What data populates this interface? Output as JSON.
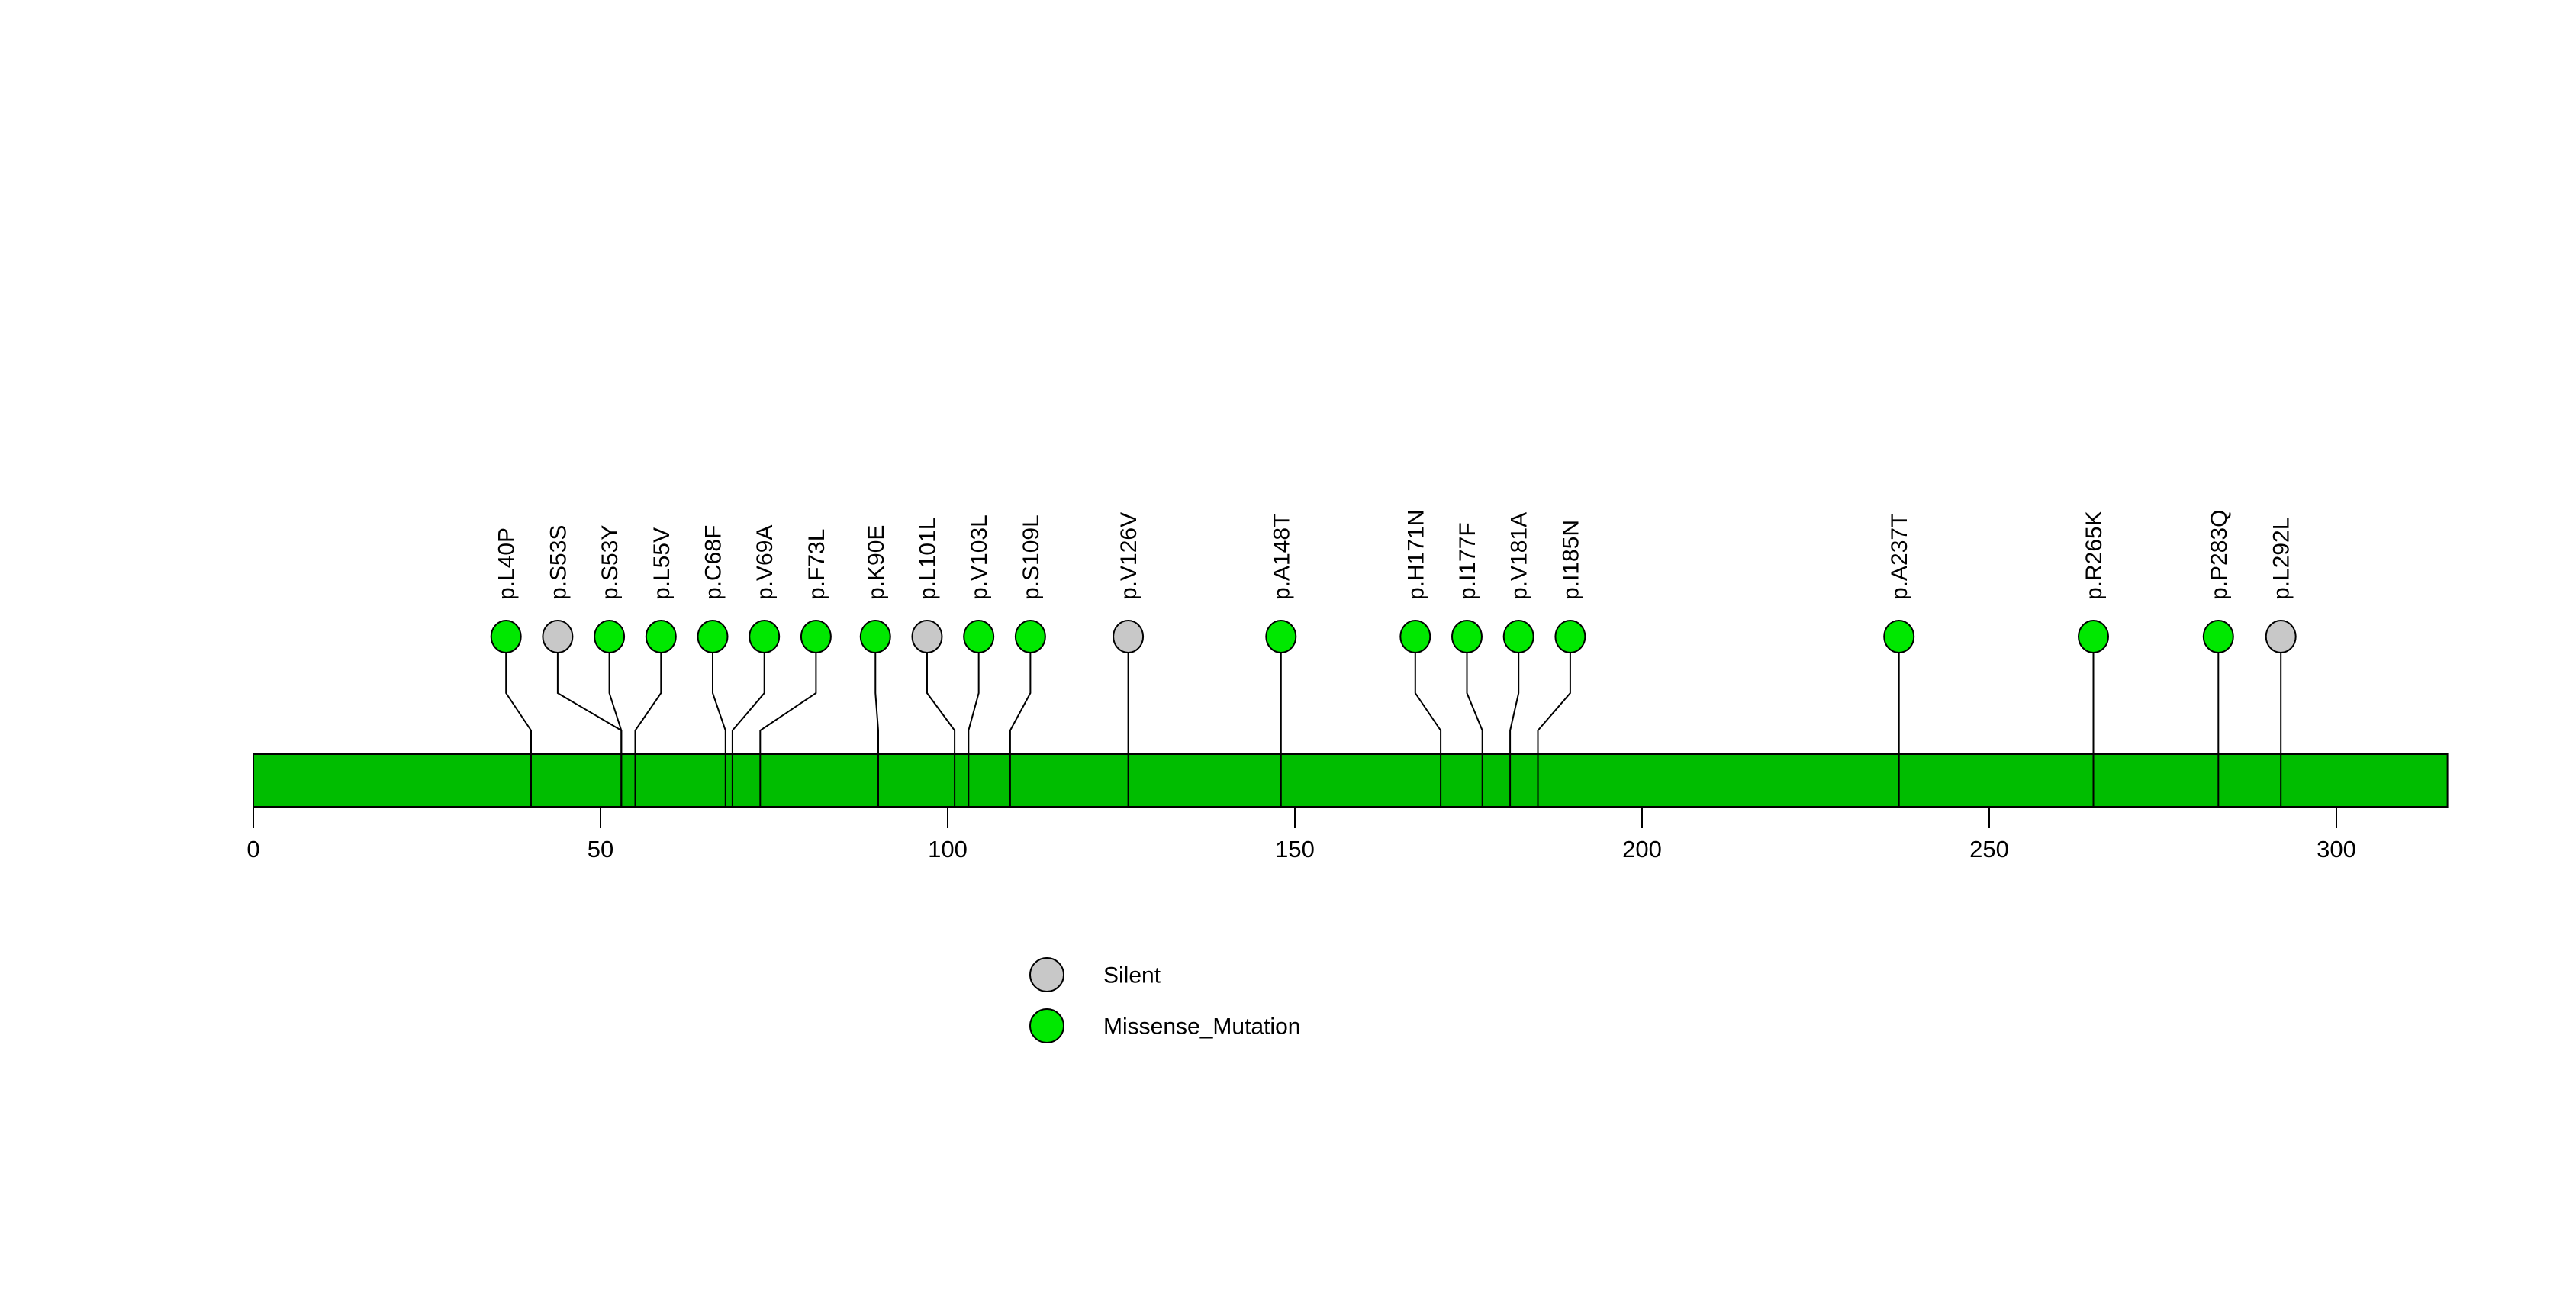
{
  "chart_data": {
    "type": "lollipop",
    "title": "",
    "protein": {
      "length_aa": 316,
      "bar_color": "#00BD00",
      "bar_outline_color": "#000000"
    },
    "xaxis": {
      "range": [
        0,
        316
      ],
      "ticks": [
        0,
        50,
        100,
        150,
        200,
        250,
        300
      ],
      "grid": false
    },
    "mutation_types": {
      "Silent": "#C8C8C8",
      "Missense_Mutation": "#00E800"
    },
    "legend": {
      "position": "bottom-center",
      "items": [
        {
          "label": "Silent",
          "color": "#C8C8C8"
        },
        {
          "label": "Missense_Mutation",
          "color": "#00E800"
        }
      ]
    },
    "mutations": [
      {
        "label": "p.L40P",
        "position": 40,
        "type": "Missense_Mutation"
      },
      {
        "label": "p.S53S",
        "position": 53,
        "type": "Silent"
      },
      {
        "label": "p.S53Y",
        "position": 53,
        "type": "Missense_Mutation"
      },
      {
        "label": "p.L55V",
        "position": 55,
        "type": "Missense_Mutation"
      },
      {
        "label": "p.C68F",
        "position": 68,
        "type": "Missense_Mutation"
      },
      {
        "label": "p.V69A",
        "position": 69,
        "type": "Missense_Mutation"
      },
      {
        "label": "p.F73L",
        "position": 73,
        "type": "Missense_Mutation"
      },
      {
        "label": "p.K90E",
        "position": 90,
        "type": "Missense_Mutation"
      },
      {
        "label": "p.L101L",
        "position": 101,
        "type": "Silent"
      },
      {
        "label": "p.V103L",
        "position": 103,
        "type": "Missense_Mutation"
      },
      {
        "label": "p.S109L",
        "position": 109,
        "type": "Missense_Mutation"
      },
      {
        "label": "p.V126V",
        "position": 126,
        "type": "Silent"
      },
      {
        "label": "p.A148T",
        "position": 148,
        "type": "Missense_Mutation"
      },
      {
        "label": "p.H171N",
        "position": 171,
        "type": "Missense_Mutation"
      },
      {
        "label": "p.I177F",
        "position": 177,
        "type": "Missense_Mutation"
      },
      {
        "label": "p.V181A",
        "position": 181,
        "type": "Missense_Mutation"
      },
      {
        "label": "p.I185N",
        "position": 185,
        "type": "Missense_Mutation"
      },
      {
        "label": "p.A237T",
        "position": 237,
        "type": "Missense_Mutation"
      },
      {
        "label": "p.R265K",
        "position": 265,
        "type": "Missense_Mutation"
      },
      {
        "label": "p.P283Q",
        "position": 283,
        "type": "Missense_Mutation"
      },
      {
        "label": "p.L292L",
        "position": 292,
        "type": "Silent"
      }
    ]
  }
}
